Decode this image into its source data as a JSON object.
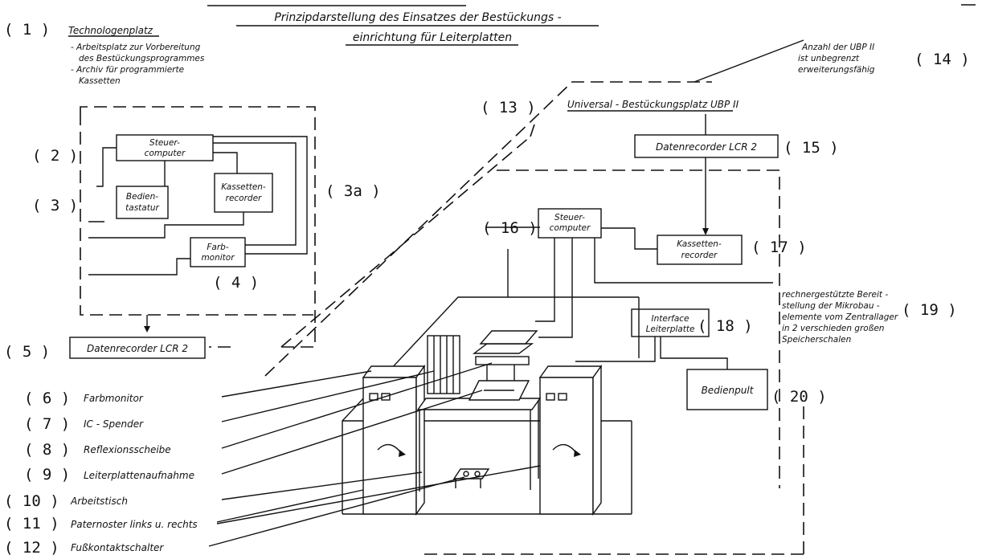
{
  "title": {
    "line1": "Prinzipdarstellung des Einsatzes der Bestückungs -",
    "line2": "einrichtung für Leiterplatten"
  },
  "tech_place": {
    "heading": "Technologenplatz",
    "desc": [
      "- Arbeitsplatz zur Vorbereitung",
      "des Bestückungsprogrammes",
      "- Archiv für programmierte",
      "Kassetten"
    ]
  },
  "ubp": {
    "heading": "Universal - Bestückungsplatz  UBP II",
    "note": [
      "Anzahl der UBP II",
      "ist unbegrenzt",
      "erweiterungsfähig"
    ]
  },
  "boxes": {
    "steuercomputer_left": [
      "Steuer-",
      "computer"
    ],
    "bedientastatur": [
      "Bedien-",
      "tastatur"
    ],
    "kassettenrecorder_left": [
      "Kassetten-",
      "recorder"
    ],
    "farbmonitor_box": [
      "Farb-",
      "monitor"
    ],
    "datenrecorder_left": "Datenrecorder  LCR 2",
    "datenrecorder_right": "Datenrecorder  LCR 2",
    "steuercomputer_right": [
      "Steuer-",
      "computer"
    ],
    "kassettenrecorder_right": [
      "Kassetten-",
      "recorder"
    ],
    "interface": [
      "Interface",
      "Leiterplatte"
    ],
    "bedienpult": "Bedienpult"
  },
  "provision_note": [
    "rechnergestützte Bereit -",
    "stellung der Mikrobau -",
    "elemente vom Zentrallager",
    "in 2 verschieden großen",
    "Speicherschalen"
  ],
  "markers": {
    "m1": "( 1 )",
    "m2": "( 2 )",
    "m3": "( 3 )",
    "m3a": "( 3a )",
    "m4": "( 4 )",
    "m5": "( 5 )",
    "m6": "( 6 )",
    "m7": "( 7 )",
    "m8": "( 8 )",
    "m9": "( 9 )",
    "m10": "( 10 )",
    "m11": "( 11 )",
    "m12": "( 12 )",
    "m13": "( 13 )",
    "m14": "( 14 )",
    "m15": "( 15 )",
    "m16": "( 16 )",
    "m17": "( 17 )",
    "m18": "( 18 )",
    "m19": "( 19 )",
    "m20": "( 20 )"
  },
  "legend": [
    "Farbmonitor",
    "IC - Spender",
    "Reflexionsscheibe",
    "Leiterplattenaufnahme",
    "Arbeitstisch",
    "Paternoster links u. rechts",
    "Fußkontaktschalter"
  ]
}
